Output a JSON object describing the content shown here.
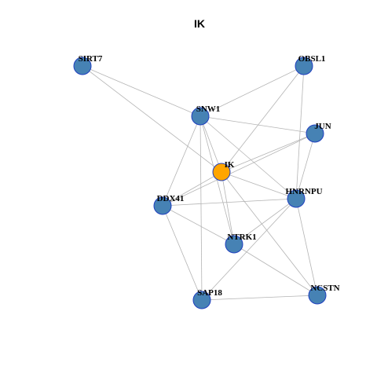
{
  "title": "IK",
  "colors": {
    "default_node": "#4682b4",
    "highlight_node": "#ffa500",
    "node_border": "#1f3fbf",
    "edge": "#b4b4b4"
  },
  "nodes": [
    {
      "id": "SIRT7",
      "label": "SIRT7",
      "highlight": false
    },
    {
      "id": "OBSL1",
      "label": "OBSL1",
      "highlight": false
    },
    {
      "id": "SNW1",
      "label": "SNW1",
      "highlight": false
    },
    {
      "id": "JUN",
      "label": "JUN",
      "highlight": false
    },
    {
      "id": "IK",
      "label": "IK",
      "highlight": true
    },
    {
      "id": "HNRNPU",
      "label": "HNRNPU",
      "highlight": false
    },
    {
      "id": "DDX41",
      "label": "DDX41",
      "highlight": false
    },
    {
      "id": "NTRK1",
      "label": "NTRK1",
      "highlight": false
    },
    {
      "id": "SAP18",
      "label": "SAP18",
      "highlight": false
    },
    {
      "id": "NCSTN",
      "label": "NCSTN",
      "highlight": false
    }
  ],
  "edges": [
    [
      "SIRT7",
      "SNW1"
    ],
    [
      "SIRT7",
      "IK"
    ],
    [
      "OBSL1",
      "SNW1"
    ],
    [
      "OBSL1",
      "IK"
    ],
    [
      "OBSL1",
      "HNRNPU"
    ],
    [
      "SNW1",
      "JUN"
    ],
    [
      "SNW1",
      "IK"
    ],
    [
      "SNW1",
      "HNRNPU"
    ],
    [
      "SNW1",
      "DDX41"
    ],
    [
      "SNW1",
      "NTRK1"
    ],
    [
      "SNW1",
      "SAP18"
    ],
    [
      "JUN",
      "IK"
    ],
    [
      "JUN",
      "DDX41"
    ],
    [
      "JUN",
      "HNRNPU"
    ],
    [
      "IK",
      "HNRNPU"
    ],
    [
      "IK",
      "DDX41"
    ],
    [
      "IK",
      "NTRK1"
    ],
    [
      "IK",
      "NCSTN"
    ],
    [
      "HNRNPU",
      "DDX41"
    ],
    [
      "HNRNPU",
      "NTRK1"
    ],
    [
      "HNRNPU",
      "SAP18"
    ],
    [
      "HNRNPU",
      "NCSTN"
    ],
    [
      "DDX41",
      "NTRK1"
    ],
    [
      "DDX41",
      "SAP18"
    ],
    [
      "NTRK1",
      "NCSTN"
    ],
    [
      "SAP18",
      "NCSTN"
    ]
  ]
}
